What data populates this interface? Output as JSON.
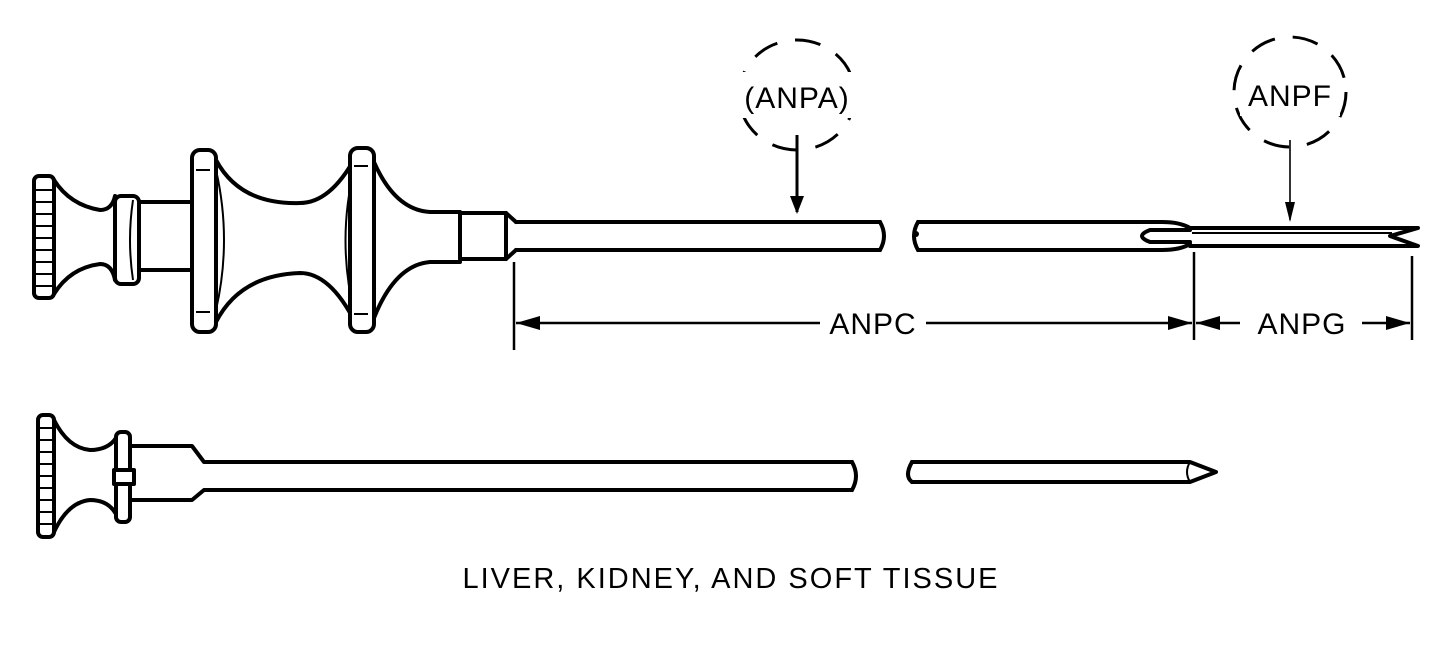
{
  "diagram": {
    "callouts": {
      "anpa": "(ANPA)",
      "anpf": "ANPF"
    },
    "dimensions": {
      "anpc": "ANPC",
      "anpg": "ANPG"
    },
    "caption": "LIVER, KIDNEY, AND SOFT TISSUE",
    "colors": {
      "ink": "#000000",
      "paper": "#ffffff"
    }
  }
}
